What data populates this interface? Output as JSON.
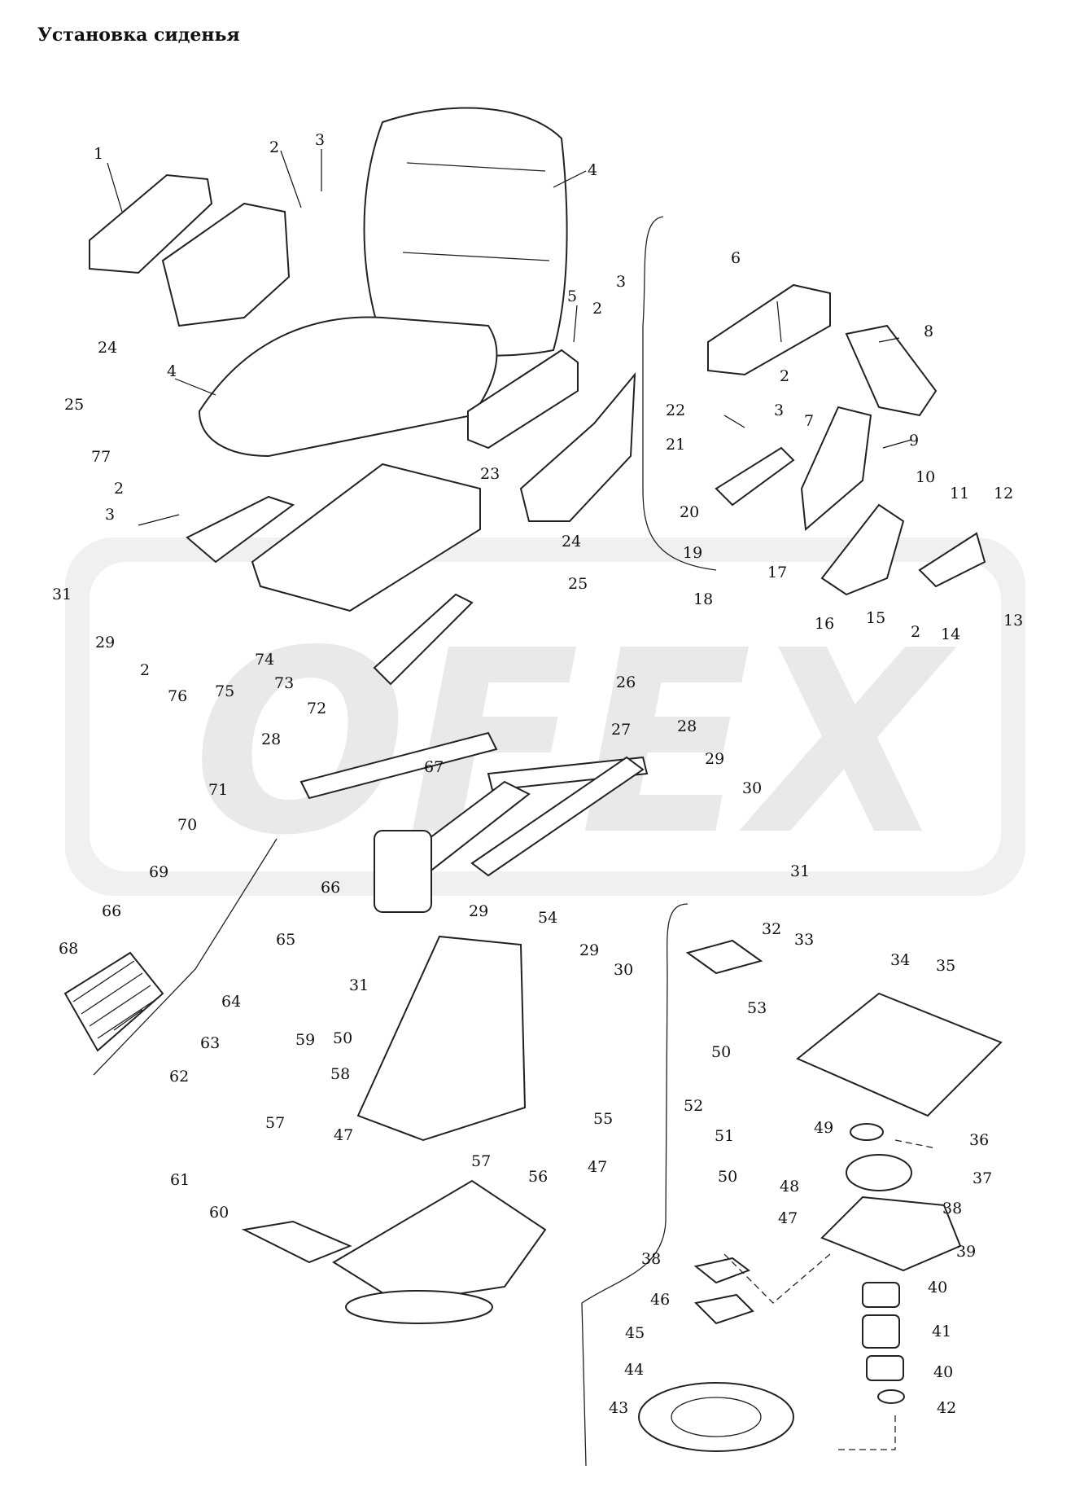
{
  "page": {
    "title": "Установка сиденья"
  },
  "watermark": {
    "text": "OFEX",
    "color": "#d8d8d8"
  },
  "callouts": [
    {
      "id": "c1",
      "text": "1"
    },
    {
      "id": "c2a",
      "text": "2"
    },
    {
      "id": "c3a",
      "text": "3"
    },
    {
      "id": "c4a",
      "text": "4"
    },
    {
      "id": "c4b",
      "text": "4"
    },
    {
      "id": "c5",
      "text": "5"
    },
    {
      "id": "c2b",
      "text": "2"
    },
    {
      "id": "c3b",
      "text": "3"
    },
    {
      "id": "c6",
      "text": "6"
    },
    {
      "id": "c8",
      "text": "8"
    },
    {
      "id": "c2c",
      "text": "2"
    },
    {
      "id": "c3c",
      "text": "3"
    },
    {
      "id": "c24a",
      "text": "24"
    },
    {
      "id": "c25a",
      "text": "25"
    },
    {
      "id": "c22",
      "text": "22"
    },
    {
      "id": "c21",
      "text": "21"
    },
    {
      "id": "c7",
      "text": "7"
    },
    {
      "id": "c9",
      "text": "9"
    },
    {
      "id": "c77",
      "text": "77"
    },
    {
      "id": "c2d",
      "text": "2"
    },
    {
      "id": "c3d",
      "text": "3"
    },
    {
      "id": "c23",
      "text": "23"
    },
    {
      "id": "c20",
      "text": "20"
    },
    {
      "id": "c10",
      "text": "10"
    },
    {
      "id": "c11",
      "text": "11"
    },
    {
      "id": "c12",
      "text": "12"
    },
    {
      "id": "c24b",
      "text": "24"
    },
    {
      "id": "c19",
      "text": "19"
    },
    {
      "id": "c17",
      "text": "17"
    },
    {
      "id": "c18",
      "text": "18"
    },
    {
      "id": "c25b",
      "text": "25"
    },
    {
      "id": "c31a",
      "text": "31"
    },
    {
      "id": "c16",
      "text": "16"
    },
    {
      "id": "c15",
      "text": "15"
    },
    {
      "id": "c2e",
      "text": "2"
    },
    {
      "id": "c14",
      "text": "14"
    },
    {
      "id": "c13",
      "text": "13"
    },
    {
      "id": "c29a",
      "text": "29"
    },
    {
      "id": "c74",
      "text": "74"
    },
    {
      "id": "c2f",
      "text": "2"
    },
    {
      "id": "c73",
      "text": "73"
    },
    {
      "id": "c26",
      "text": "26"
    },
    {
      "id": "c76",
      "text": "76"
    },
    {
      "id": "c75",
      "text": "75"
    },
    {
      "id": "c72",
      "text": "72"
    },
    {
      "id": "c27",
      "text": "27"
    },
    {
      "id": "c28a",
      "text": "28"
    },
    {
      "id": "c28b",
      "text": "28"
    },
    {
      "id": "c29b",
      "text": "29"
    },
    {
      "id": "c71",
      "text": "71"
    },
    {
      "id": "c67",
      "text": "67"
    },
    {
      "id": "c30a",
      "text": "30"
    },
    {
      "id": "c70",
      "text": "70"
    },
    {
      "id": "c31b",
      "text": "31"
    },
    {
      "id": "c69",
      "text": "69"
    },
    {
      "id": "c66a",
      "text": "66"
    },
    {
      "id": "c66b",
      "text": "66"
    },
    {
      "id": "c29c",
      "text": "29"
    },
    {
      "id": "c54",
      "text": "54"
    },
    {
      "id": "c32",
      "text": "32"
    },
    {
      "id": "c33",
      "text": "33"
    },
    {
      "id": "c68",
      "text": "68"
    },
    {
      "id": "c65",
      "text": "65"
    },
    {
      "id": "c29d",
      "text": "29"
    },
    {
      "id": "c34",
      "text": "34"
    },
    {
      "id": "c35",
      "text": "35"
    },
    {
      "id": "c31c",
      "text": "31"
    },
    {
      "id": "c30b",
      "text": "30"
    },
    {
      "id": "c64",
      "text": "64"
    },
    {
      "id": "c53",
      "text": "53"
    },
    {
      "id": "c50a",
      "text": "50"
    },
    {
      "id": "c63",
      "text": "63"
    },
    {
      "id": "c59",
      "text": "59"
    },
    {
      "id": "c50b",
      "text": "50"
    },
    {
      "id": "c58",
      "text": "58"
    },
    {
      "id": "c62",
      "text": "62"
    },
    {
      "id": "c52",
      "text": "52"
    },
    {
      "id": "c57a",
      "text": "57"
    },
    {
      "id": "c47a",
      "text": "47"
    },
    {
      "id": "c55",
      "text": "55"
    },
    {
      "id": "c51",
      "text": "51"
    },
    {
      "id": "c49",
      "text": "49"
    },
    {
      "id": "c36",
      "text": "36"
    },
    {
      "id": "c61",
      "text": "61"
    },
    {
      "id": "c57b",
      "text": "57"
    },
    {
      "id": "c56",
      "text": "56"
    },
    {
      "id": "c47b",
      "text": "47"
    },
    {
      "id": "c50c",
      "text": "50"
    },
    {
      "id": "c37",
      "text": "37"
    },
    {
      "id": "c60",
      "text": "60"
    },
    {
      "id": "c48",
      "text": "48"
    },
    {
      "id": "c38a",
      "text": "38"
    },
    {
      "id": "c47c",
      "text": "47"
    },
    {
      "id": "c39",
      "text": "39"
    },
    {
      "id": "c38b",
      "text": "38"
    },
    {
      "id": "c46",
      "text": "46"
    },
    {
      "id": "c40a",
      "text": "40"
    },
    {
      "id": "c45",
      "text": "45"
    },
    {
      "id": "c41",
      "text": "41"
    },
    {
      "id": "c44",
      "text": "44"
    },
    {
      "id": "c40b",
      "text": "40"
    },
    {
      "id": "c43",
      "text": "43"
    },
    {
      "id": "c42",
      "text": "42"
    }
  ]
}
